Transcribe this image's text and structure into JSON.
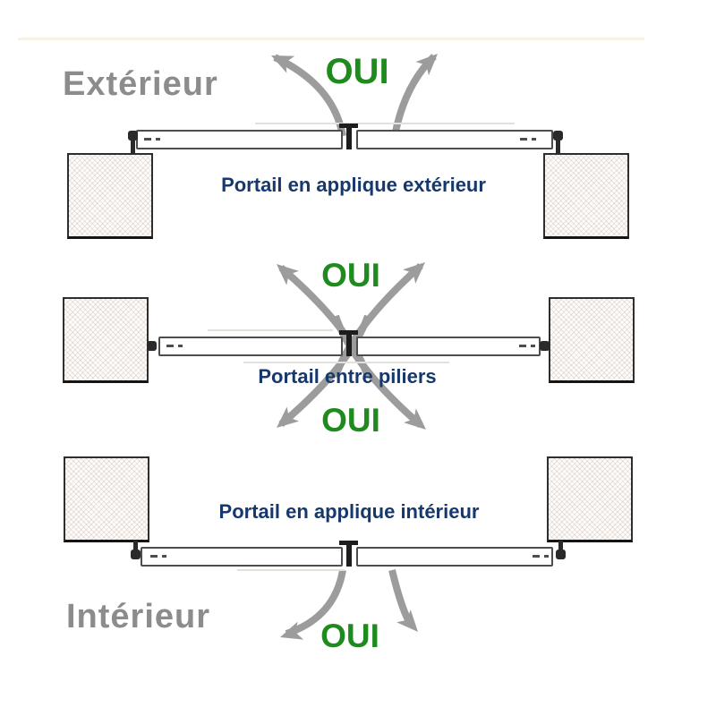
{
  "labels": {
    "exterior": "Extérieur",
    "interior": "Intérieur",
    "yes": "OUI"
  },
  "diagrams": [
    {
      "id": "portail-applique-exterieur",
      "caption": "Portail en applique extérieur",
      "oui_count": 1,
      "swing_direction": "toward-exterior-up"
    },
    {
      "id": "portail-entre-piliers",
      "caption": "Portail entre piliers",
      "oui_count": 2,
      "swing_direction": "both-up-and-down"
    },
    {
      "id": "portail-applique-interieur",
      "caption": "Portail en applique intérieur",
      "oui_count": 1,
      "swing_direction": "toward-interior-down"
    }
  ],
  "colors": {
    "oui_green": "#1f8b1f",
    "caption_navy": "#16386b",
    "side_label_gray": "#8c8c8c",
    "arrow_gray": "#9c9c9c",
    "gate_outline": "#4d4d4d",
    "pillar_border": "#2e2e2e"
  }
}
